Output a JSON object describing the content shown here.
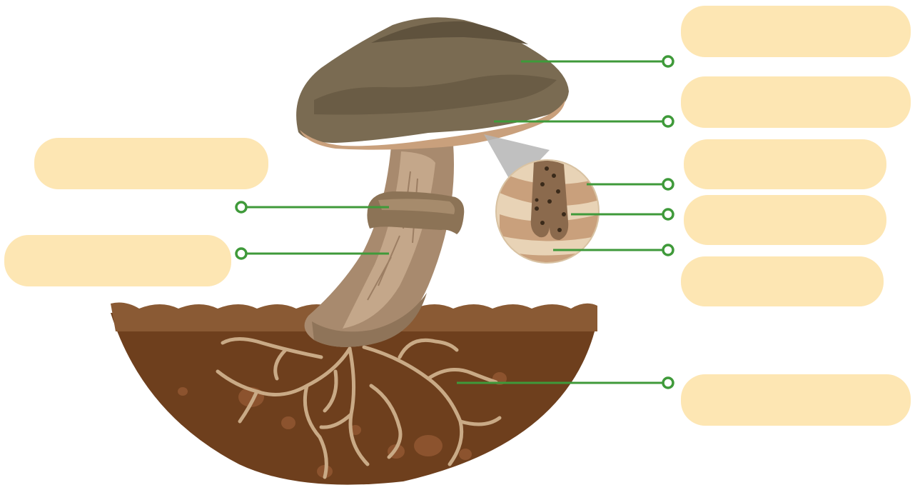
{
  "diagram": {
    "label_boxes": [
      {
        "id": "cap",
        "text": ""
      },
      {
        "id": "gills",
        "text": ""
      },
      {
        "id": "basidium",
        "text": ""
      },
      {
        "id": "spores",
        "text": ""
      },
      {
        "id": "hypha",
        "text": ""
      },
      {
        "id": "mycelium",
        "text": ""
      },
      {
        "id": "ring",
        "text": ""
      },
      {
        "id": "stalk",
        "text": ""
      }
    ]
  },
  "colors": {
    "label_fill": "#fde6b3",
    "leader_line": "#3f9a3a",
    "cap_dark": "#7a6b52",
    "cap_edge": "#c9a07c",
    "stalk": "#a88a6e",
    "soil_top": "#8a5a34",
    "soil_body": "#6e3f1d",
    "roots": "#c9aa86"
  }
}
